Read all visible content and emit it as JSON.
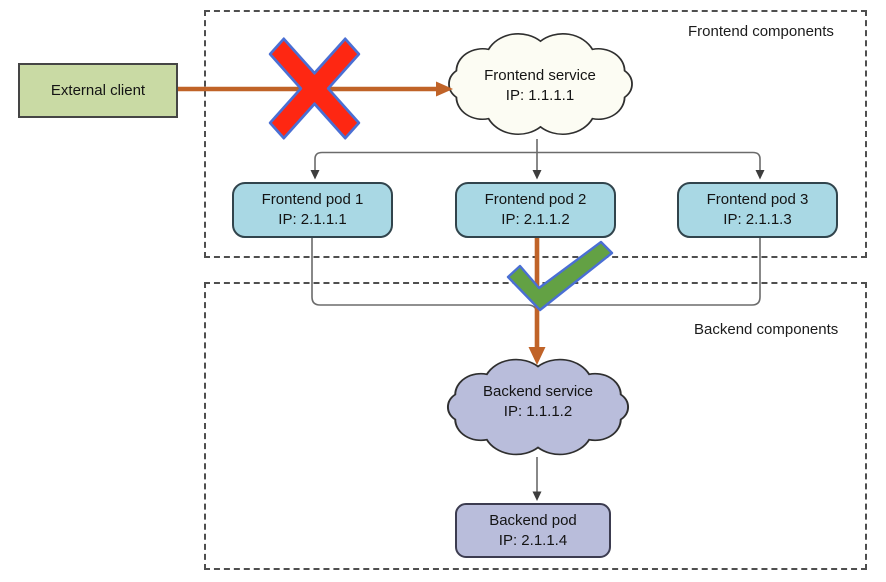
{
  "groups": {
    "frontend": {
      "label": "Frontend components"
    },
    "backend": {
      "label": "Backend components"
    }
  },
  "nodes": {
    "external_client": {
      "label": "External client"
    },
    "frontend_service": {
      "name": "Frontend service",
      "ip": "IP: 1.1.1.1"
    },
    "frontend_pods": [
      {
        "name": "Frontend pod 1",
        "ip": "IP: 2.1.1.1"
      },
      {
        "name": "Frontend pod 2",
        "ip": "IP: 2.1.1.2"
      },
      {
        "name": "Frontend pod 3",
        "ip": "IP: 2.1.1.3"
      }
    ],
    "backend_service": {
      "name": "Backend service",
      "ip": "IP: 1.1.1.2"
    },
    "backend_pod": {
      "name": "Backend pod",
      "ip": "IP: 2.1.1.4"
    }
  },
  "icons": {
    "blocked": "x-mark",
    "allowed": "check-mark"
  },
  "colors": {
    "external_client_fill": "#c9daa4",
    "frontend_pod_fill": "#a9d8e4",
    "frontend_service_fill": "#fcfcf3",
    "backend_fill": "#b9bddb",
    "arrow_orange": "#c06328",
    "connector_gray": "#6b6b6b",
    "x_red": "#fe2712",
    "check_green": "#63a144",
    "outline_blue": "#4a6fd4"
  }
}
